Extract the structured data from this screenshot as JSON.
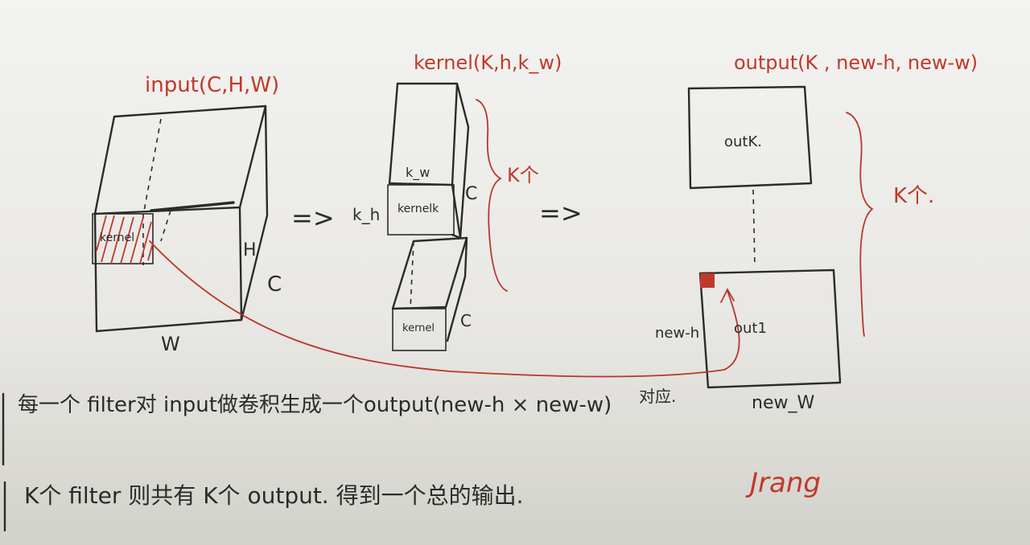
{
  "labels": {
    "input_title": "input(C,H,W)",
    "kernel_title": "kernel(K,h,k_w)",
    "output_title": "output(K , new-h, new-w)",
    "input_kernel_patch": "kernel",
    "input_H": "H",
    "input_C": "C",
    "input_W": "W",
    "arrow1": "=>",
    "arrow2": "=>",
    "k_h_label": "k_h",
    "k_w_label": "k_w",
    "kernel1_label": "kernelk",
    "kernel1_C": "C",
    "kernelk_label": "kernel",
    "kernelk_C": "C",
    "kernel_brace_count": "K个",
    "out_top_label": "outK.",
    "out_bottom_label": "out1",
    "new_h_label": "new-h",
    "new_w_label": "new_W",
    "output_brace_count": "K个.",
    "correspond_label": "对应.",
    "line1": "每一个 filter对 input做卷积生成一个output(new-h × new-w)",
    "line2": "K个 filter 则共有 K个 output. 得到一个总的输出.",
    "signature": "Jrang"
  },
  "colors": {
    "ink": "#2b2b28",
    "red": "#c0392b",
    "paper": "#f1f0ed"
  }
}
